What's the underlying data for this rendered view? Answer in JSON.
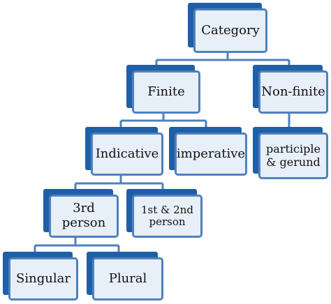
{
  "colors": {
    "box_back": "#1f5fa8",
    "box_border": "#4f81bd",
    "box_fill": "#e7eff8",
    "connector": "#4f81bd"
  },
  "nodes": {
    "category": "Category",
    "finite": "Finite",
    "non_finite": "Non-finite",
    "indicative": "Indicative",
    "imperative": "imperative",
    "participle_gerund": "participle & gerund",
    "third_person": "3rd person",
    "first_second_person": "1st & 2nd person",
    "singular": "Singular",
    "plural": "Plural"
  }
}
